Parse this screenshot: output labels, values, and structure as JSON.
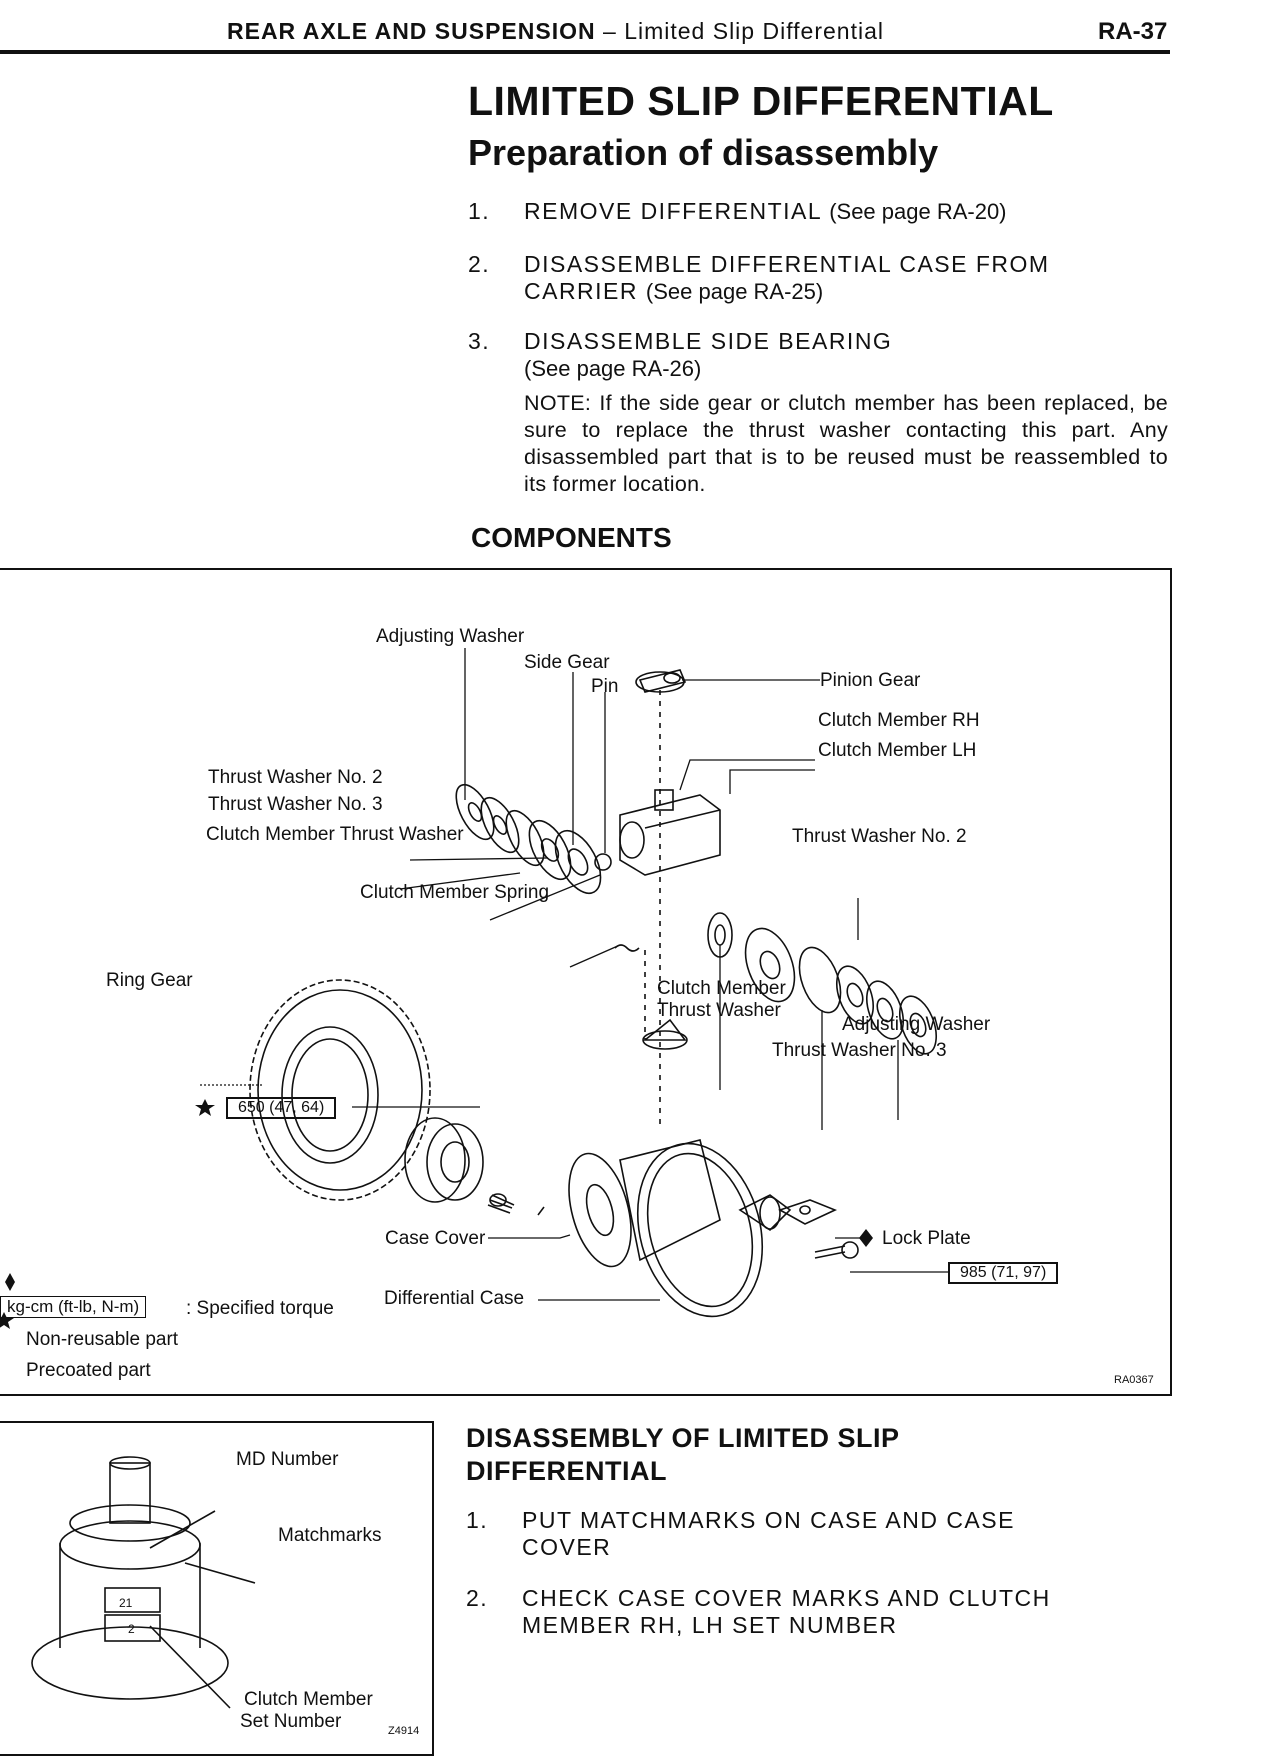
{
  "header": {
    "section": "REAR AXLE AND SUSPENSION",
    "subsection": "– Limited Slip Differential",
    "page": "RA-37"
  },
  "title": "LIMITED SLIP DIFFERENTIAL",
  "subtitle": "Preparation of disassembly",
  "prep_steps": [
    {
      "num": "1.",
      "line1": "REMOVE DIFFERENTIAL",
      "ref1": "(See page RA-20)",
      "line2": "",
      "ref2": ""
    },
    {
      "num": "2.",
      "line1": "DISASSEMBLE DIFFERENTIAL CASE FROM",
      "ref1": "",
      "line2": "CARRIER",
      "ref2": "(See page RA-25)"
    },
    {
      "num": "3.",
      "line1": "DISASSEMBLE SIDE BEARING",
      "ref1": "",
      "line2": "",
      "ref2": "(See page RA-26)"
    }
  ],
  "note": "NOTE: If the side gear or clutch member has been replaced, be sure to replace the thrust washer contacting this part. Any disassembled part that is to be reused must be reassembled to its former location.",
  "components_heading": "COMPONENTS",
  "components_figure": {
    "labels": {
      "adjusting_washer_top": "Adjusting Washer",
      "side_gear": "Side Gear",
      "pin": "Pin",
      "pinion_gear": "Pinion Gear",
      "clutch_member_rh": "Clutch Member RH",
      "clutch_member_lh": "Clutch Member LH",
      "thrust_washer_no2_left": "Thrust Washer No. 2",
      "thrust_washer_no3_left": "Thrust Washer No. 3",
      "clutch_member_thrust_washer_left": "Clutch Member Thrust Washer",
      "thrust_washer_no2_right": "Thrust Washer No. 2",
      "clutch_member_spring": "Clutch Member Spring",
      "ring_gear": "Ring Gear",
      "clutch_member_thrust_washer_lower_1": "Clutch Member",
      "clutch_member_thrust_washer_lower_2": "Thrust Washer",
      "adjusting_washer_bottom": "Adjusting Washer",
      "thrust_washer_no3_right": "Thrust Washer No. 3",
      "torque_left": "650 (47, 64)",
      "case_cover": "Case Cover",
      "lock_plate": "Lock Plate",
      "torque_right": "985 (71, 97)",
      "differential_case": "Differential Case",
      "figure_code": "RA0367"
    },
    "legend": {
      "torque_box": "kg-cm (ft-lb, N-m)",
      "torque_text": ": Specified torque",
      "nonreusable": "Non-reusable part",
      "precoated": "Precoated part"
    }
  },
  "small_figure": {
    "md_number": "MD Number",
    "matchmarks": "Matchmarks",
    "set_number_1": "Clutch Member",
    "set_number_2": "Set Number",
    "code": "Z4914",
    "mark_21": "21",
    "mark_2": "2"
  },
  "disassembly_heading_1": "DISASSEMBLY OF LIMITED SLIP",
  "disassembly_heading_2": "DIFFERENTIAL",
  "disassembly_steps": [
    {
      "num": "1.",
      "line1": "PUT MATCHMARKS ON CASE AND CASE",
      "line2": "COVER"
    },
    {
      "num": "2.",
      "line1": "CHECK CASE COVER MARKS AND CLUTCH",
      "line2": "MEMBER RH, LH SET NUMBER"
    }
  ]
}
